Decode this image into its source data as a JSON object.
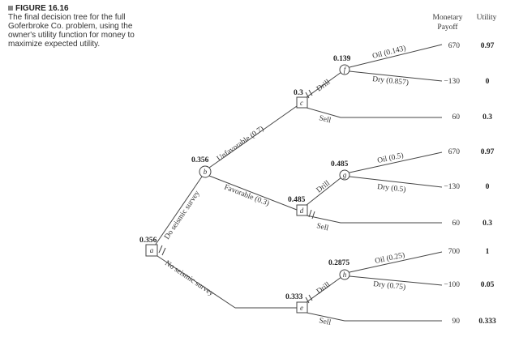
{
  "caption": {
    "figure": "FIGURE 16.16",
    "text": "The final decision tree for the full Goferbroke Co. problem, using the owner's utility function for money to maximize expected utility."
  },
  "headers": {
    "payoff1": "Monetary",
    "payoff2": "Payoff",
    "utility": "Utility"
  },
  "nodes": {
    "a": {
      "label": "a",
      "value": "0.356"
    },
    "b": {
      "label": "b",
      "value": "0.356"
    },
    "c": {
      "label": "c",
      "value": "0.3"
    },
    "d": {
      "label": "d",
      "value": "0.485"
    },
    "e": {
      "label": "e",
      "value": "0.333"
    },
    "f": {
      "label": "f",
      "value": "0.139"
    },
    "g": {
      "label": "g",
      "value": "0.485"
    },
    "h": {
      "label": "h",
      "value": "0.2875"
    }
  },
  "branches": {
    "survey": "Do seismic survey",
    "no_survey": "No seismic survey",
    "unfavorable": "Unfavorable (0.7)",
    "favorable": "Favorable (0.3)",
    "drill": "Drill",
    "sell": "Sell",
    "oil_f": "Oil (0.143)",
    "dry_f": "Dry (0.857)",
    "oil_g": "Oil (0.5)",
    "dry_g": "Dry (0.5)",
    "oil_h": "Oil (0.25)",
    "dry_h": "Dry (0.75)"
  },
  "outcomes": [
    {
      "payoff": "670",
      "utility": "0.97"
    },
    {
      "payoff": "−130",
      "utility": "0"
    },
    {
      "payoff": "60",
      "utility": "0.3"
    },
    {
      "payoff": "670",
      "utility": "0.97"
    },
    {
      "payoff": "−130",
      "utility": "0"
    },
    {
      "payoff": "60",
      "utility": "0.3"
    },
    {
      "payoff": "700",
      "utility": "1"
    },
    {
      "payoff": "−100",
      "utility": "0.05"
    },
    {
      "payoff": "90",
      "utility": "0.333"
    }
  ]
}
